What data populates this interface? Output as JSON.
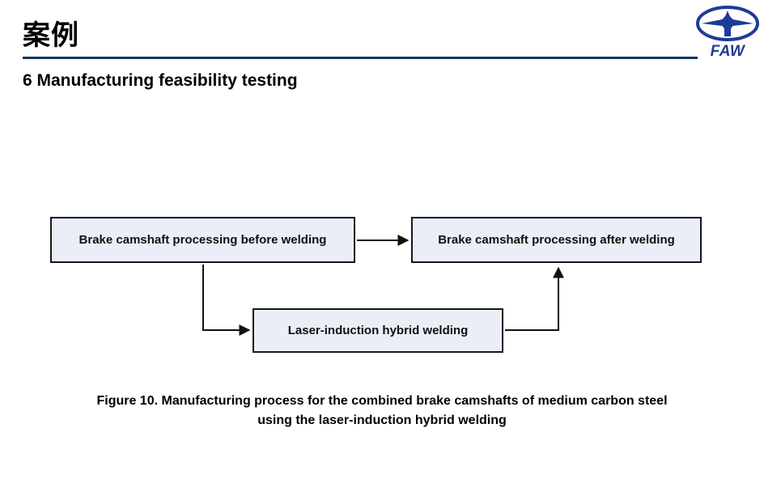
{
  "slide": {
    "title": "案例",
    "section_heading": "6 Manufacturing feasibility testing"
  },
  "logo": {
    "wordmark": "FAW"
  },
  "flowchart": {
    "nodes": {
      "before": "Brake camshaft processing before welding",
      "after": "Brake camshaft processing after welding",
      "hybrid": "Laser-induction hybrid welding"
    }
  },
  "caption": {
    "line1": "Figure 10. Manufacturing process for the combined brake camshafts of medium carbon steel",
    "line2": "using the laser-induction hybrid welding"
  },
  "colors": {
    "divider": "#17365d",
    "logo_blue": "#1e3c96",
    "box_fill": "#eaeff7",
    "box_border": "#14171c"
  }
}
